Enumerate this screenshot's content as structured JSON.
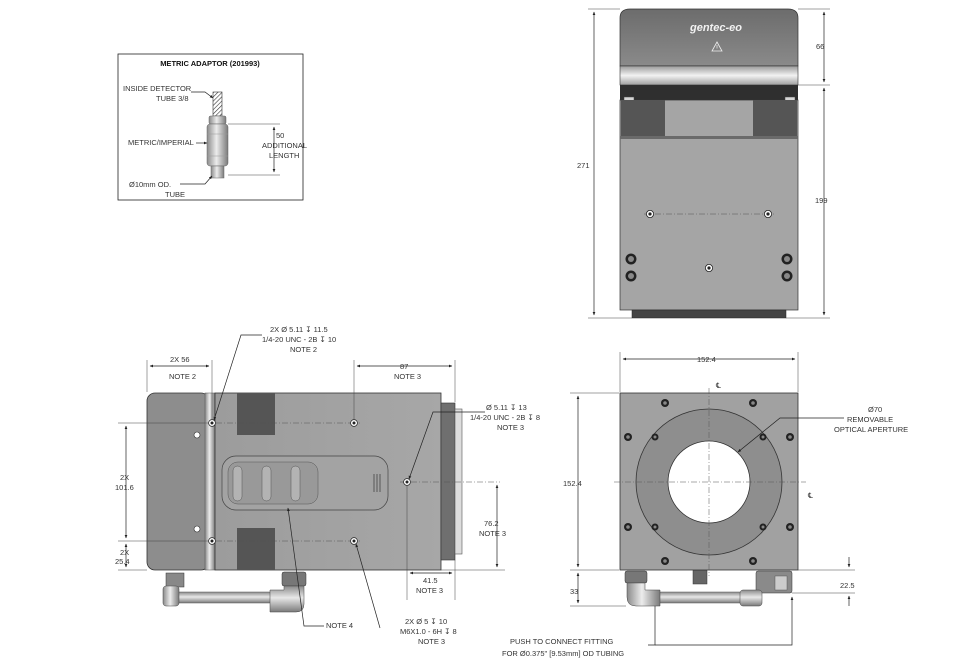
{
  "adaptor": {
    "title": "METRIC ADAPTOR (201993)",
    "inside_detector_1": "INSIDE DETECTOR",
    "inside_detector_2": "TUBE 3/8",
    "metric_imperial": "METRIC/IMPERIAL",
    "length_value": "50",
    "length_1": "ADDITIONAL",
    "length_2": "LENGTH",
    "tube_1": "Ø10mm OD.",
    "tube_2": "TUBE"
  },
  "top_view": {
    "brand": "gentec-eo",
    "dim_overall": "271",
    "dim_upper": "66",
    "dim_lower": "199"
  },
  "side_view": {
    "hole_a_1": "2X  Ø 5.11 ↧ 11.5",
    "hole_a_2": "1/4-20 UNC - 2B ↧ 10",
    "hole_a_3": "NOTE 2",
    "dim_56_1": "2X 56",
    "dim_56_2": "NOTE 2",
    "dim_87_1": "87",
    "dim_87_2": "NOTE 3",
    "hole_b_1": "Ø 5.11 ↧ 13",
    "hole_b_2": "1/4-20 UNC - 2B ↧ 8",
    "hole_b_3": "NOTE 3",
    "dim_1016_1": "2X",
    "dim_1016_2": "101.6",
    "dim_254_1": "2X",
    "dim_254_2": "25.4",
    "dim_762_1": "76.2",
    "dim_762_2": "NOTE 3",
    "dim_415_1": "41.5",
    "dim_415_2": "NOTE 3",
    "note4": "NOTE 4",
    "hole_c_1": "2X  Ø 5 ↧ 10",
    "hole_c_2": "M6X1.0 - 6H ↧ 8",
    "hole_c_3": "NOTE 3"
  },
  "front_view": {
    "dim_width": "152.4",
    "dim_height": "152.4",
    "cl_top": "℄",
    "cl_right": "℄",
    "aperture_1": "Ø70",
    "aperture_2": "REMOVABLE",
    "aperture_3": "OPTICAL APERTURE",
    "dim_225": "22.5",
    "dim_33": "33",
    "fitting_1": "PUSH TO CONNECT FITTING",
    "fitting_2": "FOR Ø0.375\" [9.53mm] OD TUBING"
  }
}
